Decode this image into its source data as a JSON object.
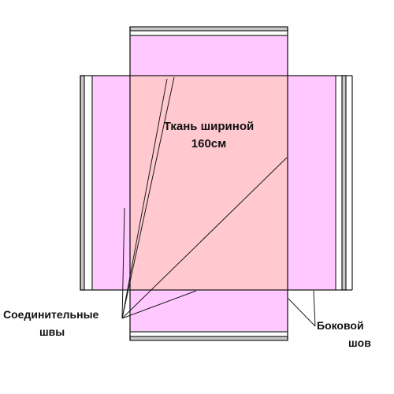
{
  "diagram": {
    "colors": {
      "center_fabric": "#FFC9CF",
      "side_panels": "#FFC8FF",
      "outline": "#1a1a1a",
      "seam_band": "#c8c8c8"
    },
    "center_label": {
      "line1": "Ткань шириной",
      "line2": "160см"
    },
    "connecting_seams_label": {
      "line1": "Соединительные",
      "line2": "швы"
    },
    "side_seam_label": {
      "line1": "Боковой",
      "line2": "шов"
    }
  }
}
